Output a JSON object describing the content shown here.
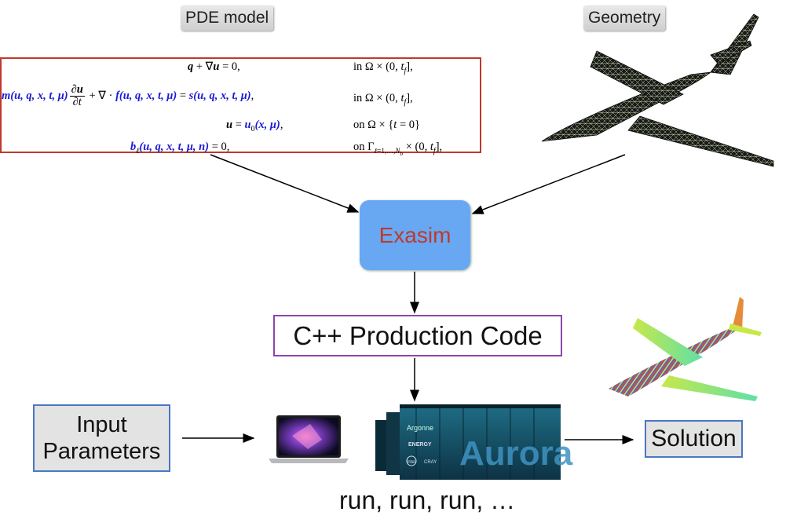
{
  "labels": {
    "pde_model": "PDE model",
    "geometry": "Geometry",
    "exasim": "Exasim",
    "cpp_code": "C++ Production Code",
    "input_line1": "Input",
    "input_line2": "Parameters",
    "solution": "Solution",
    "runs": "run, run, run, …"
  },
  "supercomputer_text": {
    "brand": "Aurora",
    "argonne": "Argonne",
    "energy": "ENERGY",
    "intel": "intel",
    "cray": "CRAY"
  },
  "equations": {
    "eq1": "q + ∇u = 0,",
    "eq1_domain": "in Ω × (0, t_f],",
    "eq2": "m(u, q, x, t, μ) ∂u/∂t + ∇ · f(u, q, x, t, μ) = s(u, q, x, t, μ),",
    "eq2_domain": "in Ω × (0, t_f],",
    "eq3": "u = u0(x, μ),",
    "eq3_domain": "on Ω × {t = 0}",
    "eq4": "b_ℓ(u, q, x, t, μ, n) = 0,",
    "eq4_domain": "on Γ_{ℓ=1,…,N_b} × (0, t_f],"
  },
  "colors": {
    "pde_border": "#c0392b",
    "exasim_fill": "#68a8f3",
    "exasim_text": "#c0392b",
    "cpp_border": "#8e44ad",
    "io_border": "#4a78c2",
    "io_fill": "#e3e3e3",
    "equation_symbol": "#1a1ad4"
  }
}
